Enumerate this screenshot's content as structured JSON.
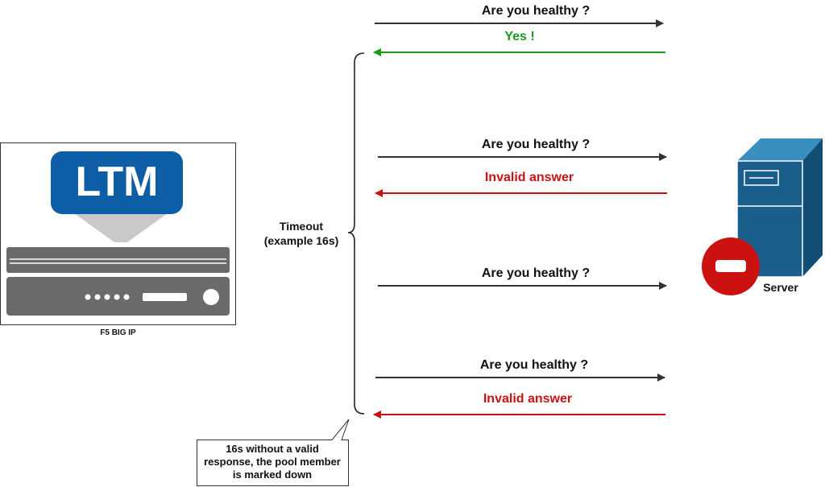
{
  "device": {
    "logo_text": "LTM",
    "caption": "F5 BIG IP"
  },
  "timeout": {
    "line1": "Timeout",
    "line2": "(example 16s)"
  },
  "server": {
    "caption": "Server"
  },
  "callout": {
    "line1": "16s without a valid",
    "line2": "response, the pool member",
    "line3": "is marked down"
  },
  "messages": [
    {
      "text": "Are you healthy ?",
      "direction": "to-server",
      "color": "#333333"
    },
    {
      "text": "Yes !",
      "direction": "to-device",
      "color": "#1a9a1a"
    },
    {
      "text": "Are you healthy ?",
      "direction": "to-server",
      "color": "#333333"
    },
    {
      "text": "Invalid answer",
      "direction": "to-device",
      "color": "#cc1111"
    },
    {
      "text": "Are you healthy ?",
      "direction": "to-server",
      "color": "#333333"
    },
    {
      "text": "Are you healthy ?",
      "direction": "to-server",
      "color": "#333333"
    },
    {
      "text": "Invalid answer",
      "direction": "to-device",
      "color": "#cc1111"
    }
  ],
  "colors": {
    "ltm_blue": "#0d5ea6",
    "device_gray": "#6b6b6b",
    "server_blue": "#1a5f8c",
    "stop_red": "#cc1111",
    "ok_green": "#1a9a1a",
    "error_red": "#cc1111"
  }
}
